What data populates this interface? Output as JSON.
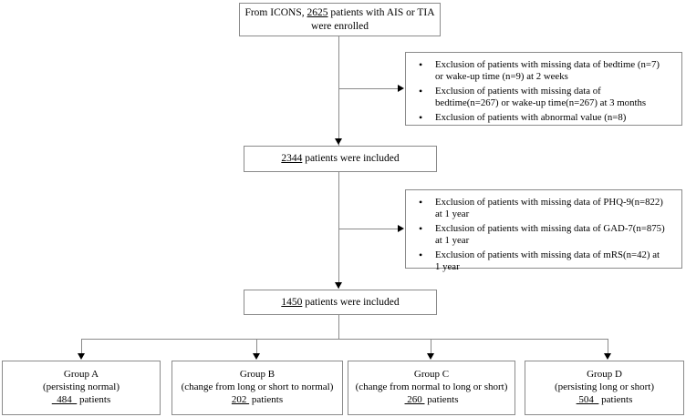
{
  "diagram": {
    "title": "Patient enrollment and exclusion flowchart",
    "line_color": "#8a8a8a",
    "arrow_color": "#000000",
    "background": "#ffffff"
  },
  "nodes": {
    "enrolled": {
      "line1_pre": "From ICONS, ",
      "line1_num": "2625",
      "line1_post": " patients with AIS or TIA",
      "line2": "were enrolled"
    },
    "included_2344": {
      "num": "2344",
      "text": " patients were included"
    },
    "included_1450": {
      "num": "1450",
      "text": " patients were included"
    }
  },
  "exclusions": {
    "first": {
      "items": [
        {
          "line1": "Exclusion of patients with missing data of  bedtime (n=7)",
          "line2": "or wake-up time (n=9) at 2 weeks"
        },
        {
          "line1": "Exclusion of patients with missing data of",
          "line2": "bedtime(n=267) or wake-up time(n=267) at 3 months"
        },
        {
          "line1": "Exclusion of patients with abnormal value (n=8)",
          "line2": ""
        }
      ]
    },
    "second": {
      "items": [
        {
          "line1": "Exclusion of patients with missing data of  PHQ-9(n=822)",
          "line2": "at 1 year"
        },
        {
          "line1": "Exclusion of patients with missing data of GAD-7(n=875)",
          "line2": "at 1 year"
        },
        {
          "line1": "Exclusion of patients with missing data of  mRS(n=42)  at",
          "line2": "1 year"
        }
      ]
    }
  },
  "groups": [
    {
      "name": "Group A",
      "description": "(persisting normal)",
      "count": "  484  ",
      "count_suffix": " patients"
    },
    {
      "name": "Group B",
      "description": "(change from long or short to normal)",
      "count": "202 ",
      "count_suffix": " patients"
    },
    {
      "name": "Group C",
      "description": "(change from normal to long or short)",
      "count": " 260 ",
      "count_suffix": " patients"
    },
    {
      "name": "Group D",
      "description": "(persisting long or short)",
      "count": " 504  ",
      "count_suffix": " patients"
    }
  ]
}
